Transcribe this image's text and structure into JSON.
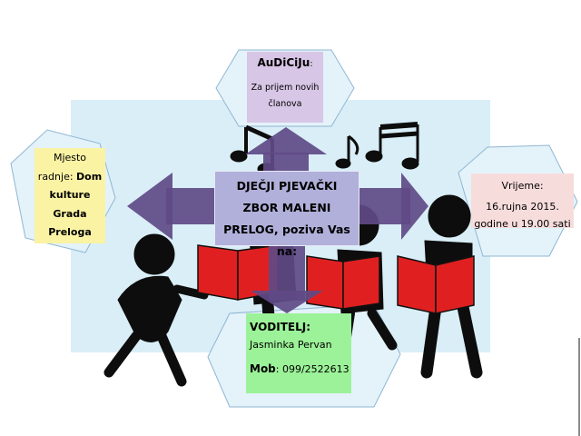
{
  "center": {
    "line1": "DJEČJI PJEVAČKI",
    "line2": "ZBOR MALENI",
    "line3": "PRELOG, poziva Vas na:"
  },
  "audition": {
    "title": "AuDiCiJu",
    "colon": ":",
    "line1": "Za prijem novih",
    "line2": "članova"
  },
  "place": {
    "line1": "Mjesto",
    "prefix": "radnje: ",
    "bold1": "Dom",
    "bold2": "kulture",
    "bold3": "Grada",
    "bold4": "Preloga"
  },
  "time": {
    "label": "Vrijeme:",
    "date": "16.rujna 2015.",
    "time": "godine u 19.00 sati"
  },
  "leader": {
    "label": "VODITELJ:",
    "name": "Jasminka Pervan",
    "mob_label": "Mob",
    "mob_value": ": 099/2522613"
  },
  "colors": {
    "arrow": "#5f4a86",
    "center_box": "#b0b0da",
    "top_box": "#d8c6e6",
    "left_box": "#fbf3a4",
    "right_box": "#f7dcdc",
    "bottom_box": "#9cf298",
    "backdrop": "#d9eef7",
    "figures": "#0d0d0d",
    "songbooks": "#e02020"
  }
}
